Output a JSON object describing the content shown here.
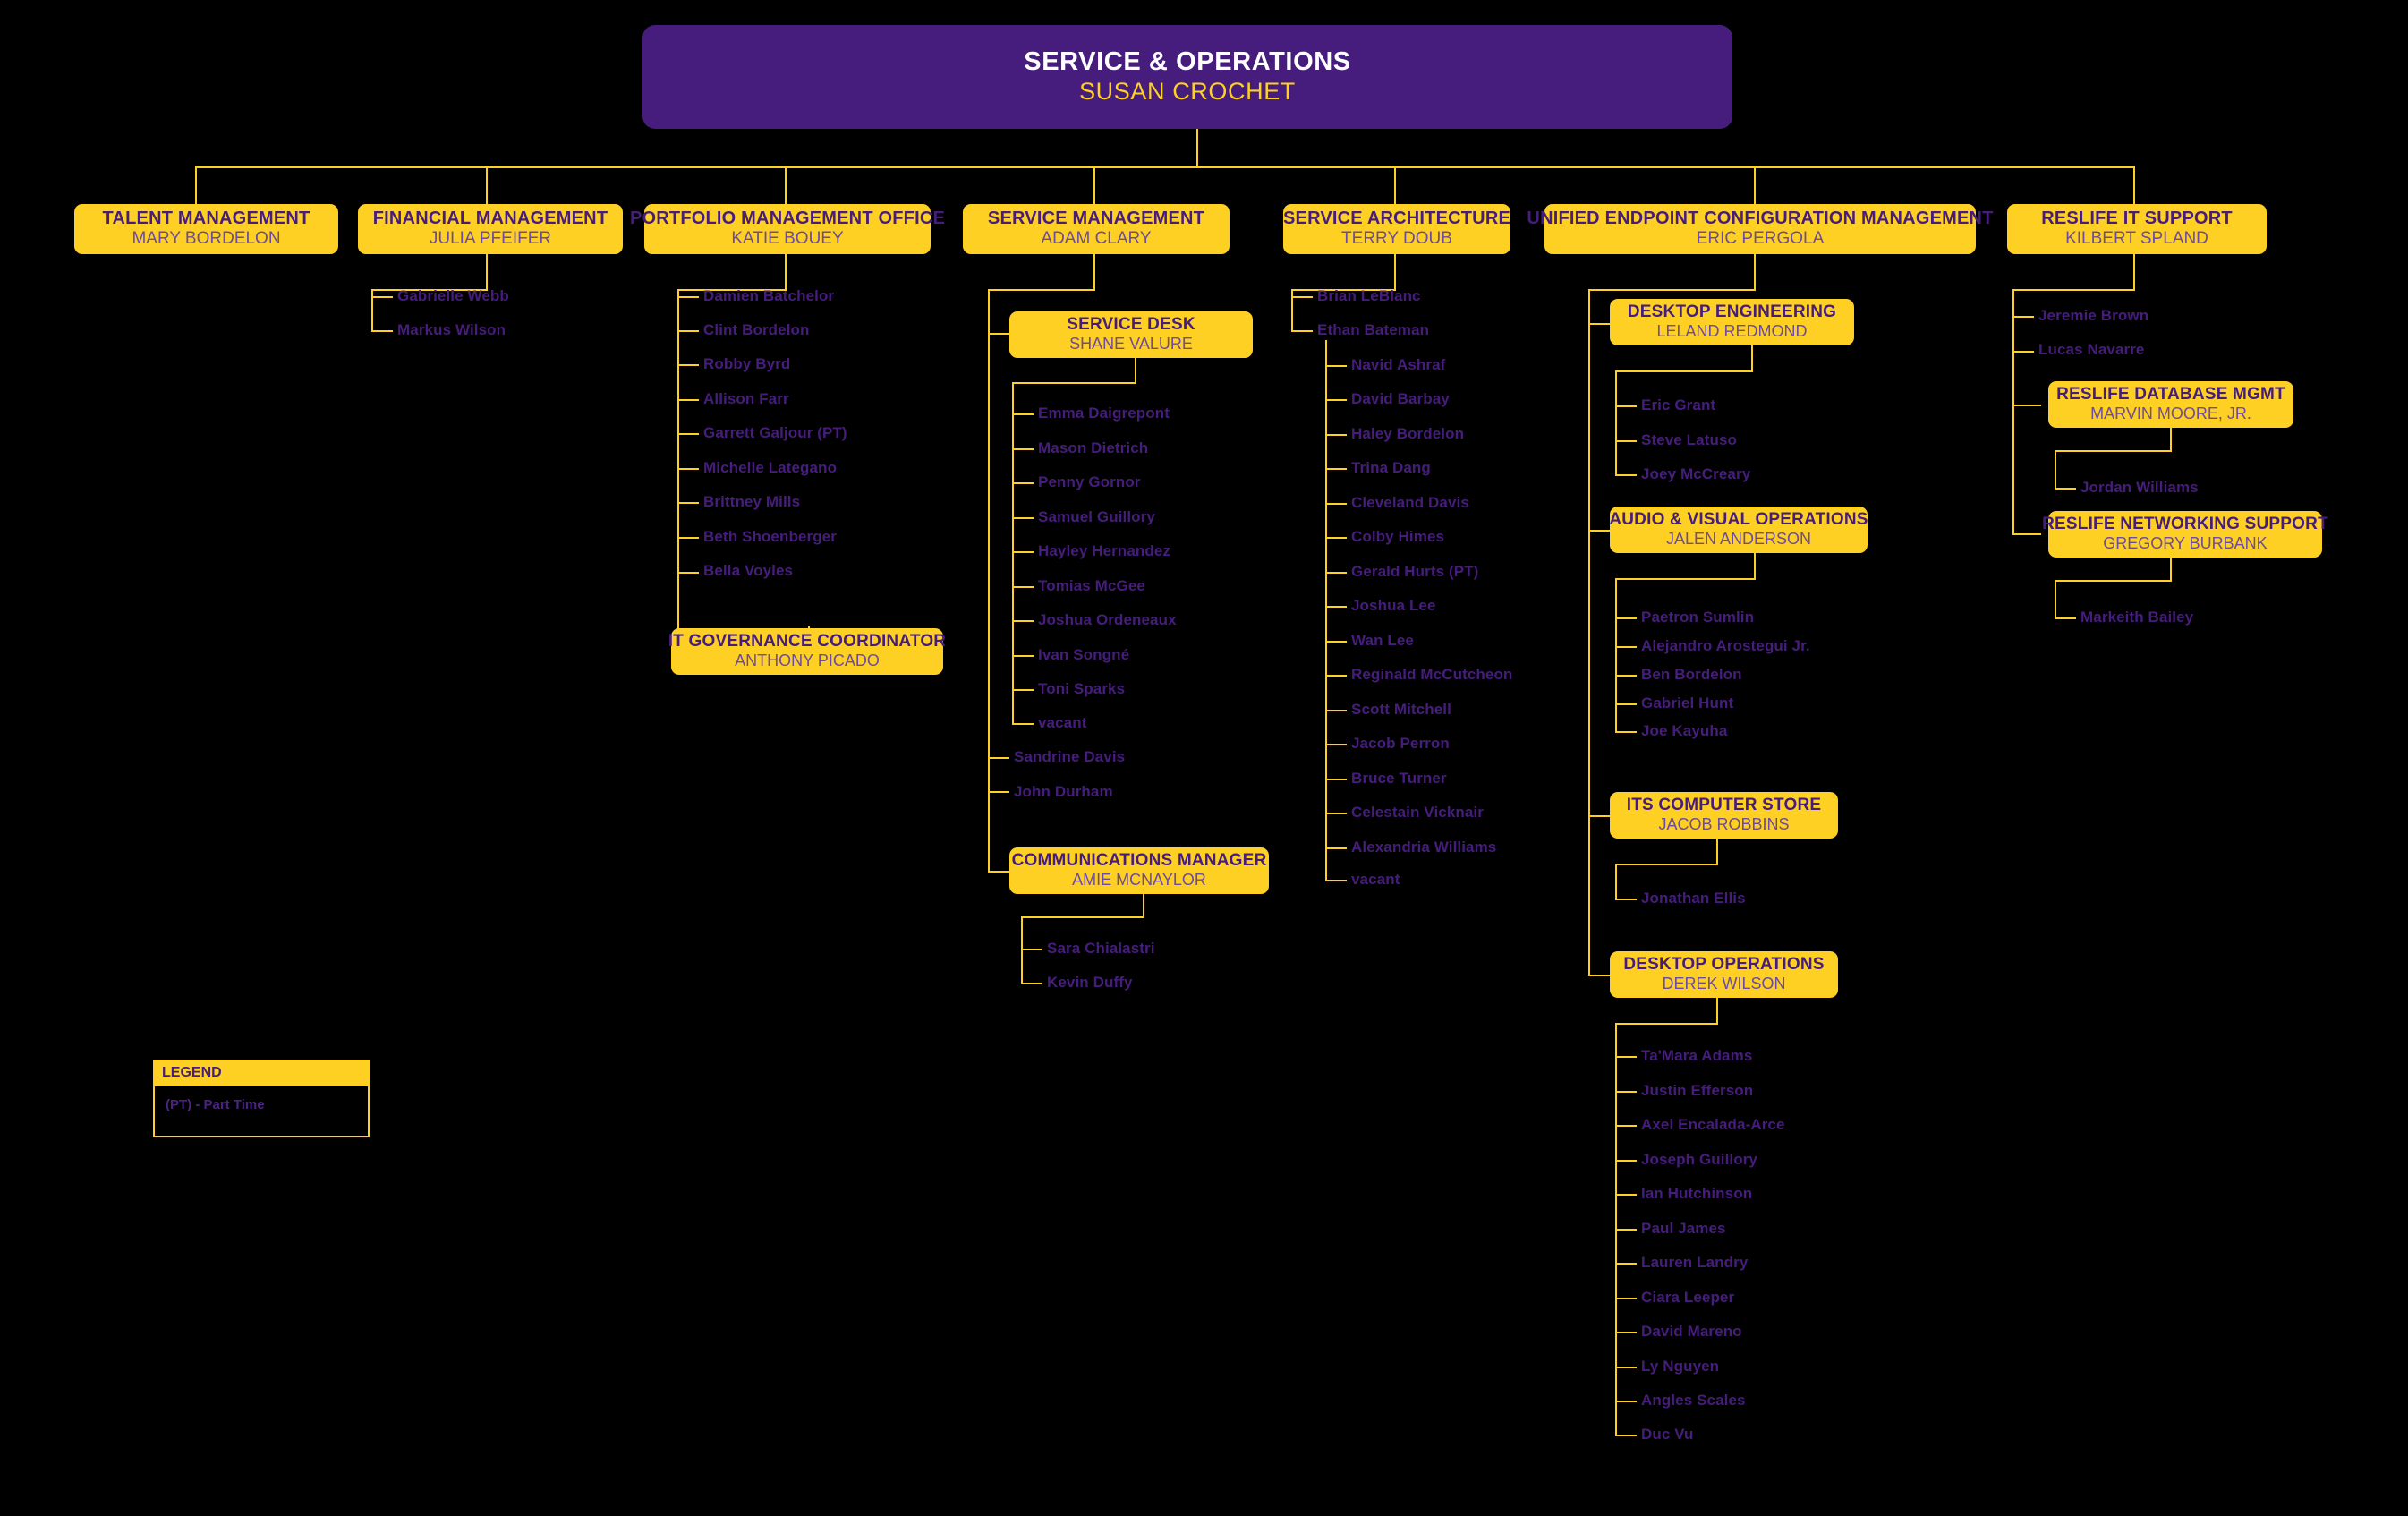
{
  "chart_title": "SERVICE & OPERATIONS",
  "colors": {
    "background": "#000000",
    "box_fill": "#FDD023",
    "root_fill": "#461D7C",
    "title_text": "#461D7C",
    "name_text": "#6C4BA0",
    "root_title_text": "#FFFFFF",
    "root_name_text": "#FDD023",
    "connector": "#FDD023",
    "staff_text": "#461D7C"
  },
  "root": {
    "title": "SERVICE & OPERATIONS",
    "name": "SUSAN CROCHET"
  },
  "legend": {
    "heading": "LEGEND",
    "entries": [
      "(PT) - Part Time"
    ]
  },
  "divisions": {
    "talent_management": {
      "title": "TALENT MANAGEMENT",
      "name": "MARY BORDELON",
      "staff": []
    },
    "financial_management": {
      "title": "FINANCIAL MANAGEMENT",
      "name": "JULIA PFEIFER",
      "staff": [
        "Gabrielle Webb",
        "Markus Wilson"
      ]
    },
    "portfolio_management_office": {
      "title": "PORTFOLIO MANAGEMENT OFFICE",
      "name": "KATIE BOUEY",
      "staff": [
        "Damien Batchelor",
        "Clint Bordelon",
        "Robby Byrd",
        "Allison Farr",
        "Garrett Galjour (PT)",
        "Michelle Lategano",
        "Brittney Mills",
        "Beth Shoenberger",
        "Bella Voyles"
      ],
      "sub": {
        "it_governance_coordinator": {
          "title": "IT GOVERNANCE COORDINATOR",
          "name": "ANTHONY PICADO"
        }
      }
    },
    "service_management": {
      "title": "SERVICE MANAGEMENT",
      "name": "ADAM CLARY",
      "direct_staff": [
        "Sandrine Davis",
        "John Durham"
      ],
      "sub": {
        "service_desk": {
          "title": "SERVICE DESK",
          "name": "SHANE VALURE",
          "staff": [
            "Emma Daigrepont",
            "Mason Dietrich",
            "Penny Gornor",
            "Samuel Guillory",
            "Hayley Hernandez",
            "Tomias McGee",
            "Joshua Ordeneaux",
            "Ivan Songné",
            "Toni Sparks",
            "vacant"
          ]
        },
        "communications_manager": {
          "title": "COMMUNICATIONS MANAGER",
          "name": "AMIE MCNAYLOR",
          "staff": [
            "Sara Chialastri",
            "Kevin Duffy"
          ]
        }
      }
    },
    "service_architecture": {
      "title": "SERVICE ARCHITECTURE",
      "name": "TERRY DOUB",
      "direct_staff": [
        "Brian LeBlanc",
        "Ethan Bateman"
      ],
      "bateman_staff": [
        "Navid Ashraf",
        "David Barbay",
        "Haley Bordelon",
        "Trina Dang",
        "Cleveland Davis",
        "Colby Himes",
        "Gerald Hurts (PT)",
        "Joshua Lee",
        "Wan Lee",
        "Reginald McCutcheon",
        "Scott Mitchell",
        "Jacob Perron",
        "Bruce Turner",
        "Celestain Vicknair",
        "Alexandria Williams",
        "vacant"
      ]
    },
    "unified_endpoint_configuration_management": {
      "title": "UNIFIED ENDPOINT CONFIGURATION MANAGEMENT",
      "name": "ERIC PERGOLA",
      "sub": {
        "desktop_engineering": {
          "title": "DESKTOP ENGINEERING",
          "name": "LELAND REDMOND",
          "staff": [
            "Eric Grant",
            "Steve Latuso",
            "Joey McCreary"
          ]
        },
        "audio_visual_operations": {
          "title": "AUDIO & VISUAL OPERATIONS",
          "name": "JALEN ANDERSON",
          "staff": [
            "Paetron Sumlin",
            "Alejandro Arostegui Jr.",
            "Ben Bordelon",
            "Gabriel Hunt",
            "Joe Kayuha"
          ]
        },
        "its_computer_store": {
          "title": "ITS COMPUTER STORE",
          "name": "JACOB ROBBINS",
          "staff": [
            "Jonathan Ellis"
          ]
        },
        "desktop_operations": {
          "title": "DESKTOP OPERATIONS",
          "name": "DEREK WILSON",
          "staff": [
            "Ta'Mara Adams",
            "Justin Efferson",
            "Axel Encalada-Arce",
            "Joseph Guillory",
            "Ian Hutchinson",
            "Paul James",
            "Lauren Landry",
            "Ciara Leeper",
            "David Mareno",
            "Ly Nguyen",
            "Angles Scales",
            "Duc Vu"
          ]
        }
      }
    },
    "reslife_it_support": {
      "title": "RESLIFE IT SUPPORT",
      "name": "KILBERT SPLAND",
      "direct_staff": [
        "Jeremie Brown",
        "Lucas Navarre"
      ],
      "sub": {
        "reslife_database_mgmt": {
          "title": "RESLIFE DATABASE MGMT",
          "name": "MARVIN MOORE, JR.",
          "staff": [
            "Jordan Williams"
          ]
        },
        "reslife_networking_support": {
          "title": "RESLIFE NETWORKING SUPPORT",
          "name": "GREGORY BURBANK",
          "staff": [
            "Markeith Bailey"
          ]
        }
      }
    }
  }
}
